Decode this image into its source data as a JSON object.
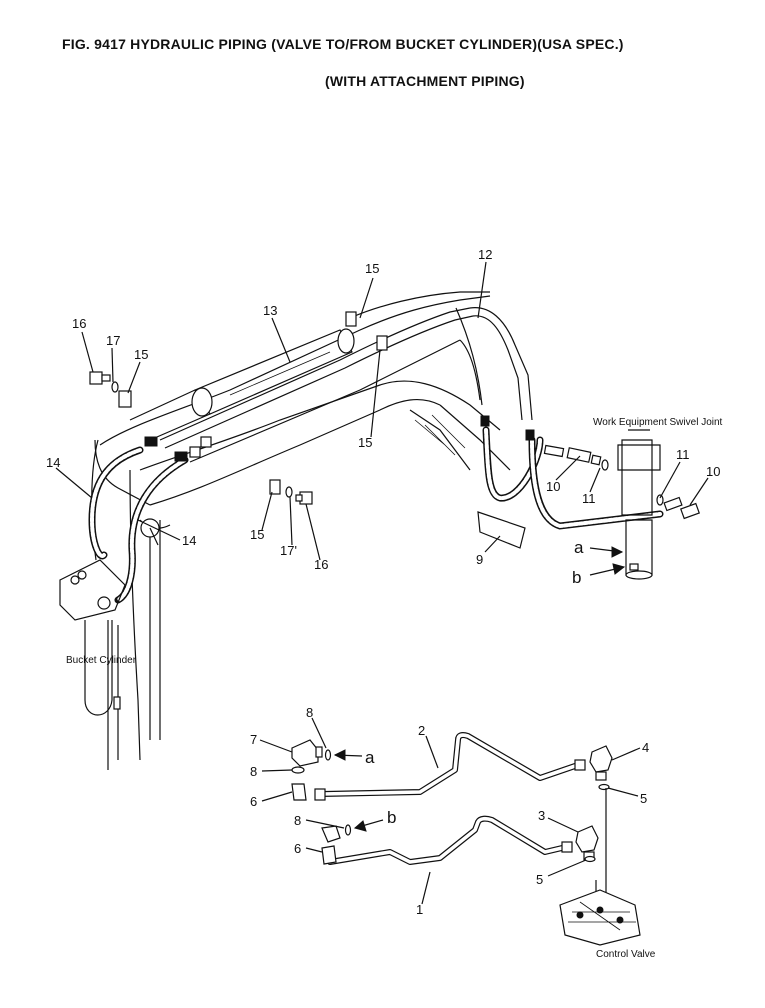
{
  "title": {
    "line1": "FIG. 9417  HYDRAULIC PIPING (VALVE TO/FROM BUCKET CYLINDER)(USA SPEC.)",
    "line2": "(WITH ATTACHMENT PIPING)"
  },
  "labels": {
    "work_equipment_swivel_joint": "Work Equipment Swivel Joint",
    "bucket_cylinder": "Bucket Cylinder",
    "control_valve": "Control Valve"
  },
  "callouts": {
    "c1": "1",
    "c2": "2",
    "c3": "3",
    "c4": "4",
    "c5a": "5",
    "c5b": "5",
    "c6a": "6",
    "c6b": "6",
    "c7": "7",
    "c8a": "8",
    "c8b": "8",
    "c8c": "8",
    "c9": "9",
    "c10a": "10",
    "c10b": "10",
    "c11a": "11",
    "c11b": "11",
    "c12": "12",
    "c13": "13",
    "c14a": "14",
    "c14b": "14",
    "c15a": "15",
    "c15b": "15",
    "c15c": "15",
    "c15d": "15",
    "c16a": "16",
    "c16b": "16",
    "c17a": "17",
    "c17b": "17'"
  },
  "ports": {
    "a_top": "a",
    "b_top": "b",
    "a_bottom": "a",
    "b_bottom": "b"
  }
}
